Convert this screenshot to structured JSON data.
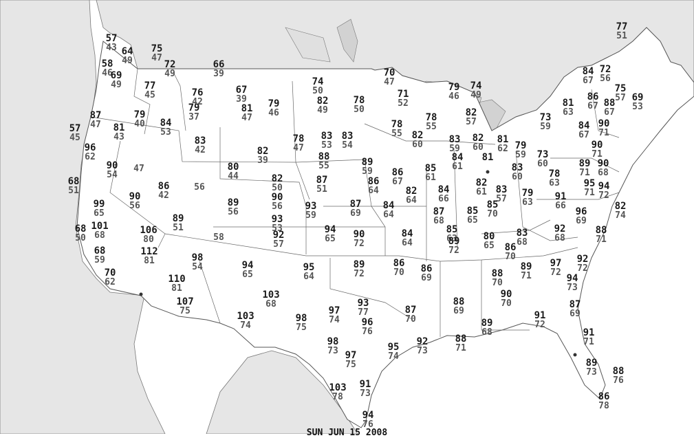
{
  "map": {
    "footer_text": "SUN JUN 15 2008",
    "colors": {
      "background": "#ffffff",
      "neighbor_land": "#e6e6e6",
      "water": "#d2d2d2",
      "borders": "#555555",
      "temperature": "#1a1a1a",
      "dewpoint": "#555555"
    },
    "stations": [
      {
        "temp": "57",
        "dew": "43"
      },
      {
        "temp": "64",
        "dew": "49"
      },
      {
        "temp": "75",
        "dew": "47"
      },
      {
        "temp": "72",
        "dew": "49"
      },
      {
        "temp": "58",
        "dew": "46"
      },
      {
        "temp": "69",
        "dew": "49"
      },
      {
        "temp": "66",
        "dew": "39"
      },
      {
        "temp": "77",
        "dew": "45"
      },
      {
        "temp": "76",
        "dew": "42"
      },
      {
        "temp": "67",
        "dew": "39"
      },
      {
        "temp": "79",
        "dew": "37"
      },
      {
        "temp": "81",
        "dew": "47"
      },
      {
        "temp": "79",
        "dew": "46"
      },
      {
        "temp": "87",
        "dew": "47"
      },
      {
        "temp": "79",
        "dew": "40"
      },
      {
        "temp": "81",
        "dew": "43"
      },
      {
        "temp": "84",
        "dew": "53"
      },
      {
        "temp": "57",
        "dew": "45"
      },
      {
        "temp": "96",
        "dew": "62"
      },
      {
        "temp": "83",
        "dew": "42"
      },
      {
        "temp": "90",
        "dew": "54"
      },
      {
        "temp": "",
        "dew": "47"
      },
      {
        "temp": "68",
        "dew": "51"
      },
      {
        "temp": "86",
        "dew": "42"
      },
      {
        "temp": "",
        "dew": "56"
      },
      {
        "temp": "90",
        "dew": "56"
      },
      {
        "temp": "99",
        "dew": "65"
      },
      {
        "temp": "89",
        "dew": "51"
      },
      {
        "temp": "68",
        "dew": "50"
      },
      {
        "temp": "101",
        "dew": "68"
      },
      {
        "temp": "106",
        "dew": "80"
      },
      {
        "temp": "",
        "dew": "58"
      },
      {
        "temp": "68",
        "dew": "59"
      },
      {
        "temp": "112",
        "dew": "81"
      },
      {
        "temp": "70",
        "dew": "62"
      },
      {
        "temp": "98",
        "dew": "54"
      },
      {
        "temp": "110",
        "dew": "81"
      },
      {
        "temp": "107",
        "dew": "75"
      },
      {
        "temp": "74",
        "dew": "50"
      },
      {
        "temp": "82",
        "dew": "49"
      },
      {
        "temp": "78",
        "dew": "50"
      },
      {
        "temp": "80",
        "dew": "44"
      },
      {
        "temp": "82",
        "dew": "39"
      },
      {
        "temp": "78",
        "dew": "47"
      },
      {
        "temp": "83",
        "dew": "53"
      },
      {
        "temp": "83",
        "dew": "54"
      },
      {
        "temp": "88",
        "dew": "55"
      },
      {
        "temp": "82",
        "dew": "50"
      },
      {
        "temp": "87",
        "dew": "51"
      },
      {
        "temp": "90",
        "dew": "56"
      },
      {
        "temp": "89",
        "dew": "56"
      },
      {
        "temp": "93",
        "dew": "53"
      },
      {
        "temp": "92",
        "dew": "57"
      },
      {
        "temp": "93",
        "dew": "59"
      },
      {
        "temp": "87",
        "dew": "69"
      },
      {
        "temp": "94",
        "dew": "65"
      },
      {
        "temp": "90",
        "dew": "72"
      },
      {
        "temp": "94",
        "dew": "65"
      },
      {
        "temp": "103",
        "dew": "68"
      },
      {
        "temp": "103",
        "dew": "74"
      },
      {
        "temp": "95",
        "dew": "64"
      },
      {
        "temp": "98",
        "dew": "75"
      },
      {
        "temp": "89",
        "dew": "72"
      },
      {
        "temp": "97",
        "dew": "74"
      },
      {
        "temp": "93",
        "dew": "77"
      },
      {
        "temp": "96",
        "dew": "76"
      },
      {
        "temp": "98",
        "dew": "73"
      },
      {
        "temp": "97",
        "dew": "75"
      },
      {
        "temp": "95",
        "dew": "74"
      },
      {
        "temp": "103",
        "dew": "78"
      },
      {
        "temp": "91",
        "dew": "73"
      },
      {
        "temp": "94",
        "dew": "76"
      },
      {
        "temp": "70",
        "dew": "47"
      },
      {
        "temp": "71",
        "dew": "52"
      },
      {
        "temp": "78",
        "dew": "55"
      },
      {
        "temp": "78",
        "dew": "55"
      },
      {
        "temp": "82",
        "dew": "60"
      },
      {
        "temp": "89",
        "dew": "59"
      },
      {
        "temp": "86",
        "dew": "67"
      },
      {
        "temp": "86",
        "dew": "64"
      },
      {
        "temp": "85",
        "dew": "61"
      },
      {
        "temp": "82",
        "dew": "64"
      },
      {
        "temp": "84",
        "dew": "66"
      },
      {
        "temp": "84",
        "dew": "64"
      },
      {
        "temp": "87",
        "dew": "68"
      },
      {
        "temp": "84",
        "dew": "64"
      },
      {
        "temp": "85",
        "dew": "63"
      },
      {
        "temp": "86",
        "dew": "70"
      },
      {
        "temp": "86",
        "dew": "69"
      },
      {
        "temp": "87",
        "dew": "70"
      },
      {
        "temp": "92",
        "dew": "73"
      },
      {
        "temp": "88",
        "dew": "71"
      },
      {
        "temp": "88",
        "dew": "69"
      },
      {
        "temp": "89",
        "dew": "68"
      },
      {
        "temp": "89",
        "dew": "72"
      },
      {
        "temp": "79",
        "dew": "46"
      },
      {
        "temp": "74",
        "dew": "49"
      },
      {
        "temp": "82",
        "dew": "57"
      },
      {
        "temp": "83",
        "dew": "59"
      },
      {
        "temp": "84",
        "dew": "61"
      },
      {
        "temp": "82",
        "dew": "60"
      },
      {
        "temp": "81",
        "dew": "62"
      },
      {
        "temp": "79",
        "dew": "59"
      },
      {
        "temp": "81",
        "dew": ""
      },
      {
        "temp": "82",
        "dew": "61"
      },
      {
        "temp": "83",
        "dew": "57"
      },
      {
        "temp": "85",
        "dew": "65"
      },
      {
        "temp": "85",
        "dew": "70"
      },
      {
        "temp": "83",
        "dew": "60"
      },
      {
        "temp": "79",
        "dew": "63"
      },
      {
        "temp": "80",
        "dew": "65"
      },
      {
        "temp": "86",
        "dew": "70"
      },
      {
        "temp": "83",
        "dew": "68"
      },
      {
        "temp": "88",
        "dew": "70"
      },
      {
        "temp": "90",
        "dew": "70"
      },
      {
        "temp": "89",
        "dew": "71"
      },
      {
        "temp": "91",
        "dew": "72"
      },
      {
        "temp": "73",
        "dew": "59"
      },
      {
        "temp": "73",
        "dew": "60"
      },
      {
        "temp": "78",
        "dew": "63"
      },
      {
        "temp": "91",
        "dew": "66"
      },
      {
        "temp": "81",
        "dew": "63"
      },
      {
        "temp": "84",
        "dew": "67"
      },
      {
        "temp": "84",
        "dew": "67"
      },
      {
        "temp": "86",
        "dew": "67"
      },
      {
        "temp": "88",
        "dew": "67"
      },
      {
        "temp": "72",
        "dew": "56"
      },
      {
        "temp": "75",
        "dew": "57"
      },
      {
        "temp": "69",
        "dew": "53"
      },
      {
        "temp": "77",
        "dew": "51"
      },
      {
        "temp": "90",
        "dew": "71"
      },
      {
        "temp": "90",
        "dew": "71"
      },
      {
        "temp": "89",
        "dew": "71"
      },
      {
        "temp": "90",
        "dew": "68"
      },
      {
        "temp": "95",
        "dew": "71"
      },
      {
        "temp": "94",
        "dew": "72"
      },
      {
        "temp": "82",
        "dew": "74"
      },
      {
        "temp": "96",
        "dew": "69"
      },
      {
        "temp": "92",
        "dew": "68"
      },
      {
        "temp": "88",
        "dew": "71"
      },
      {
        "temp": "97",
        "dew": "72"
      },
      {
        "temp": "92",
        "dew": "72"
      },
      {
        "temp": "94",
        "dew": "73"
      },
      {
        "temp": "87",
        "dew": "69"
      },
      {
        "temp": "91",
        "dew": "71"
      },
      {
        "temp": "89",
        "dew": "73"
      },
      {
        "temp": "88",
        "dew": "76"
      },
      {
        "temp": "86",
        "dew": "78"
      }
    ]
  }
}
